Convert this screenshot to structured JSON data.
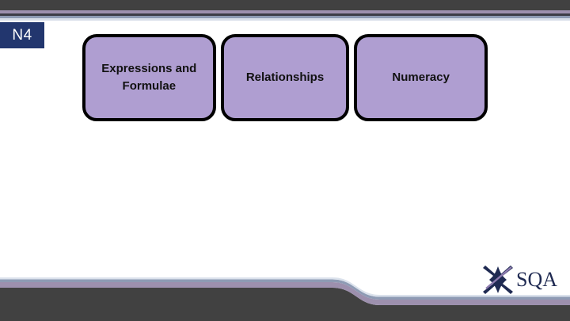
{
  "slide": {
    "level_badge": {
      "label": "N4"
    },
    "topics": [
      {
        "label": "Expressions and Formulae"
      },
      {
        "label": "Relationships"
      },
      {
        "label": "Numeracy"
      }
    ],
    "logo": {
      "wordmark": "SQA",
      "mark_icon": "sqa-saltire-star-icon"
    },
    "colors": {
      "box_fill": "#AF9ED1",
      "box_border": "#000000",
      "badge_fill": "#22366E",
      "band_dark": "#414141",
      "stripe_mauve": "#9D90AE",
      "stripe_blue": "#8E9BB4",
      "logo_navy": "#1F2A52",
      "logo_purple": "#8D7BAF"
    }
  }
}
